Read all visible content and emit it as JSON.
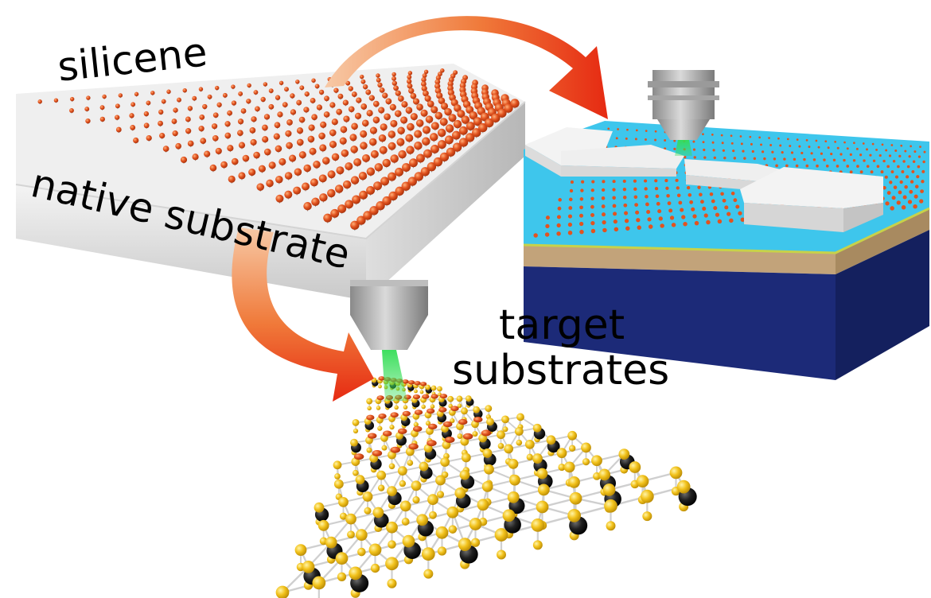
{
  "labels": {
    "silicene": "silicene",
    "native_substrate": "native substrate",
    "target_line1": "target",
    "target_line2": "substrates"
  },
  "colors": {
    "silicene_atom": "#e2531f",
    "substrate_block": "#e9e9e9",
    "sulfur_atom": "#f2c21b",
    "metal_atom": "#151515",
    "arrow_start": "#f7c9a6",
    "arrow_end": "#e62a12",
    "laser": "#33dd55",
    "oxide_layer": "#3ec6ec",
    "wafer_base": "#1c2a78",
    "electrode": "#ededed"
  },
  "icons": {
    "transfer_arrow_right": "curved-arrow-icon",
    "transfer_arrow_down": "curved-arrow-icon",
    "microscope_tip": "microscope-tip-icon"
  }
}
